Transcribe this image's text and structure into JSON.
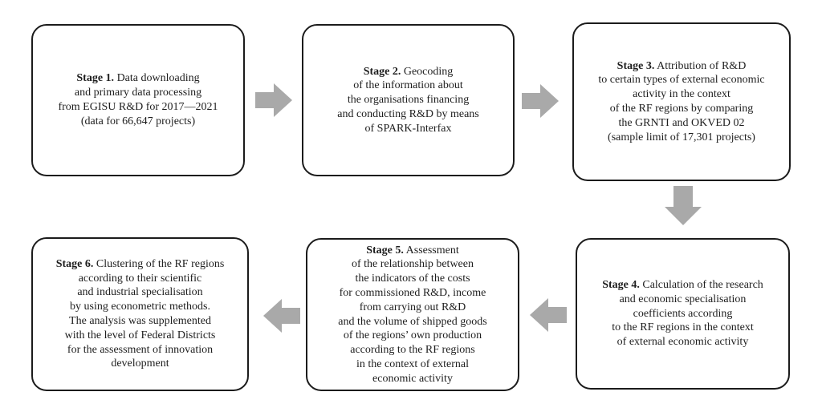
{
  "figure": {
    "type": "flowchart",
    "description": "Six-stage research methodology flowchart, top row left-to-right (stages 1-3), then down, bottom row right-to-left (stages 4-6)"
  },
  "colors": {
    "arrow": "#a9a9a9",
    "box_border": "#1b1b1b",
    "text": "#1e1e1e",
    "background": "#ffffff"
  },
  "stages": [
    {
      "label": "Stage 1.",
      "lines": [
        "Data downloading",
        "and primary data processing",
        "from EGISU R&D for 2017—2021",
        "(data for 66,647 projects)"
      ]
    },
    {
      "label": "Stage 2.",
      "lines": [
        "Geocoding",
        "of the information about",
        "the organisations financing",
        "and conducting R&D by means",
        "of SPARK-Interfax"
      ]
    },
    {
      "label": "Stage 3.",
      "lines": [
        "Attribution of R&D",
        "to certain types of external economic",
        "activity in the context",
        "of the RF regions by comparing",
        "the GRNTI and OKVED 02",
        "(sample limit of 17,301 projects)"
      ]
    },
    {
      "label": "Stage 4.",
      "lines": [
        "Calculation of the research",
        "and economic specialisation",
        "coefficients according",
        "to the RF regions in the context",
        "of external economic activity"
      ]
    },
    {
      "label": "Stage 5.",
      "lines": [
        "Assessment",
        "of the relationship between",
        "the indicators of the costs",
        "for commissioned R&D, income",
        "from carrying out R&D",
        "and the volume of shipped goods",
        "of the regions’ own production",
        "according to the RF regions",
        "in the context of external",
        "economic activity"
      ]
    },
    {
      "label": "Stage 6.",
      "lines": [
        "Clustering of the RF regions",
        "according to their scientific",
        "and industrial specialisation",
        "by using econometric methods.",
        "The analysis was supplemented",
        "with the level of Federal Districts",
        "for the assessment of innovation",
        "development"
      ]
    }
  ],
  "arrows": [
    {
      "direction": "right",
      "from": "stage-1",
      "to": "stage-2"
    },
    {
      "direction": "right",
      "from": "stage-2",
      "to": "stage-3"
    },
    {
      "direction": "down",
      "from": "stage-3",
      "to": "stage-4"
    },
    {
      "direction": "left",
      "from": "stage-4",
      "to": "stage-5"
    },
    {
      "direction": "left",
      "from": "stage-5",
      "to": "stage-6"
    }
  ]
}
